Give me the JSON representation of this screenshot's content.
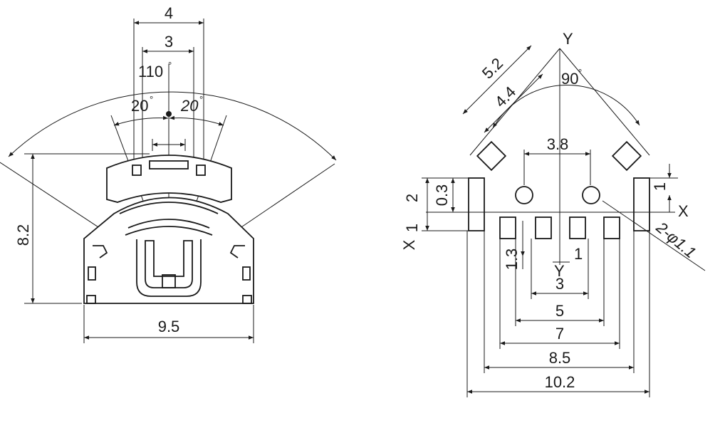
{
  "left_view": {
    "dims": {
      "width_top": "4",
      "width_inner": "3",
      "angle_total": "110",
      "angle_left": "20",
      "angle_right": "20",
      "height": "8.2",
      "width_base": "9.5"
    },
    "degree_symbol": "°"
  },
  "right_view": {
    "axis_y_top": "Y",
    "axis_y_bottom": "Y",
    "axis_x_right": "X",
    "axis_x_left": "X",
    "dims": {
      "diag_outer": "5.2",
      "diag_inner": "4.4",
      "angle": "90",
      "hole_pitch": "3.8",
      "pad_offset": "0.3",
      "pad_height": "2",
      "left_small": "1",
      "right_small": "1",
      "hole_callout": "2-φ1.1",
      "pad_gap": "1.3",
      "pin_small": "1",
      "pitch_3": "3",
      "pitch_5": "5",
      "pitch_7": "7",
      "pitch_85": "8.5",
      "width_102": "10.2"
    },
    "degree_symbol": "°"
  }
}
